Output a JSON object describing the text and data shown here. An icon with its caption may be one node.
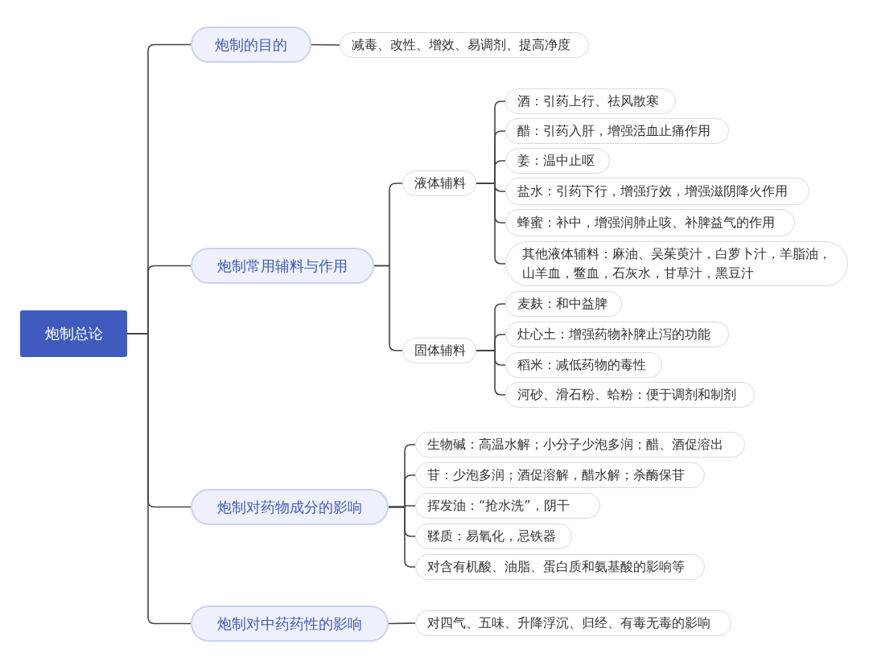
{
  "diagram": {
    "nodes": [
      {
        "text": [
          "炮制总论"
        ]
      },
      {
        "text": [
          "炮制的目的"
        ]
      },
      {
        "text": [
          "减毒、改性、增效、易调剂、提高净度"
        ]
      },
      {
        "text": [
          "炮制常用辅料与作用"
        ]
      },
      {
        "text": [
          "液体辅料"
        ]
      },
      {
        "text": [
          "酒：引药上行、祛风散寒"
        ]
      },
      {
        "text": [
          "醋：引药入肝，增强活血止痛作用"
        ]
      },
      {
        "text": [
          "姜：温中止呕"
        ]
      },
      {
        "text": [
          "盐水：引药下行，增强疗效，增强滋阴降火作用"
        ]
      },
      {
        "text": [
          "蜂蜜：补中，增强润肺止咳、补脾益气的作用"
        ]
      },
      {
        "text": [
          "其他液体辅料：麻油、吴茱萸汁，白萝卜汁，羊脂油，山羊血，鳖血，石灰水，甘草汁，黑豆汁"
        ]
      },
      {
        "text": [
          "固体辅料"
        ]
      },
      {
        "text": [
          "麦麸：和中益脾"
        ]
      },
      {
        "text": [
          "灶心土：增强药物补脾止泻的功能"
        ]
      },
      {
        "text": [
          "稻米：减低药物的毒性"
        ]
      },
      {
        "text": [
          "河砂、滑石粉、蛤粉：便于调剂和制剂"
        ]
      },
      {
        "text": [
          "炮制对药物成分的影响"
        ]
      },
      {
        "text": [
          "生物碱：高温水解；小分子少泡多润；醋、酒促溶出"
        ]
      },
      {
        "text": [
          "苷：少泡多润；酒促溶解，醋水解；杀酶保苷"
        ]
      },
      {
        "text": [
          "挥发油：“抢水洗”，阴干"
        ]
      },
      {
        "text": [
          "鞣质：易氧化，忌铁器"
        ]
      },
      {
        "text": [
          "对含有机酸、油脂、蛋白质和氨基酸的影响等"
        ]
      },
      {
        "text": [
          "炮制对中药药性的影响"
        ]
      },
      {
        "text": [
          "对四气、五味、升降浮沉、归经、有毒无毒的影响"
        ]
      }
    ],
    "edges": [
      {
        "from": 0,
        "to": 1,
        "arrow": "none"
      },
      {
        "from": 0,
        "to": 3,
        "arrow": "none"
      },
      {
        "from": 0,
        "to": 16,
        "arrow": "none"
      },
      {
        "from": 0,
        "to": 22,
        "arrow": "none"
      },
      {
        "from": 1,
        "to": 2,
        "arrow": "none"
      },
      {
        "from": 3,
        "to": 4,
        "arrow": "none"
      },
      {
        "from": 3,
        "to": 11,
        "arrow": "none"
      },
      {
        "from": 4,
        "to": 5,
        "arrow": "none"
      },
      {
        "from": 4,
        "to": 6,
        "arrow": "none"
      },
      {
        "from": 4,
        "to": 7,
        "arrow": "none"
      },
      {
        "from": 4,
        "to": 8,
        "arrow": "none"
      },
      {
        "from": 4,
        "to": 9,
        "arrow": "none"
      },
      {
        "from": 4,
        "to": 10,
        "arrow": "none"
      },
      {
        "from": 11,
        "to": 12,
        "arrow": "none"
      },
      {
        "from": 11,
        "to": 13,
        "arrow": "none"
      },
      {
        "from": 11,
        "to": 14,
        "arrow": "none"
      },
      {
        "from": 11,
        "to": 15,
        "arrow": "none"
      },
      {
        "from": 16,
        "to": 17,
        "arrow": "none"
      },
      {
        "from": 16,
        "to": 18,
        "arrow": "none"
      },
      {
        "from": 16,
        "to": 19,
        "arrow": "none"
      },
      {
        "from": 16,
        "to": 20,
        "arrow": "none"
      },
      {
        "from": 16,
        "to": 21,
        "arrow": "none"
      },
      {
        "from": 22,
        "to": 23,
        "arrow": "none"
      }
    ]
  }
}
